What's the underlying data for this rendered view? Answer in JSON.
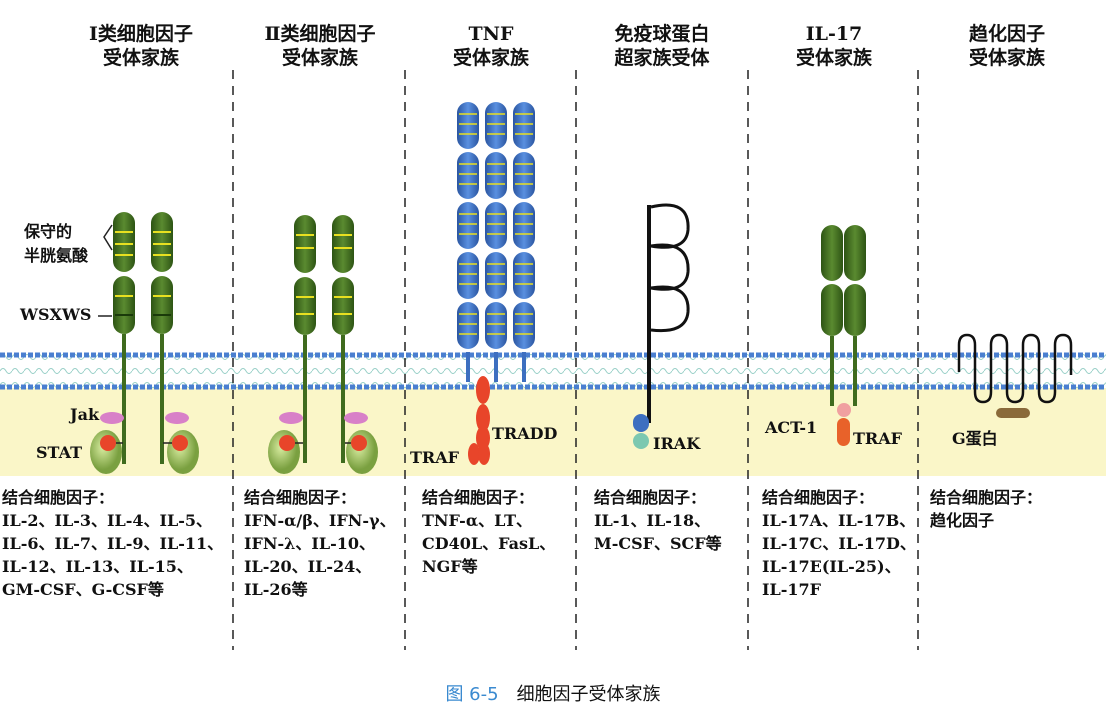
{
  "columns": [
    {
      "title": [
        "Ⅰ类细胞因子",
        "受体家族"
      ],
      "cytokines_heading": "结合细胞因子：",
      "cytokines": [
        "IL-2、IL-3、IL-4、IL-5、",
        "IL-6、IL-7、IL-9、IL-11、",
        "IL-12、IL-13、IL-15、",
        "GM-CSF、G-CSF等"
      ]
    },
    {
      "title": [
        "Ⅱ类细胞因子",
        "受体家族"
      ],
      "cytokines_heading": "结合细胞因子：",
      "cytokines": [
        "IFN-α/β、IFN-γ、",
        "IFN-λ、IL-10、",
        "IL-20、IL-24、",
        "IL-26等"
      ]
    },
    {
      "title": [
        "TNF",
        "受体家族"
      ],
      "cytokines_heading": "结合细胞因子：",
      "cytokines": [
        "TNF-α、LT、",
        "CD40L、FasL、",
        "NGF等"
      ]
    },
    {
      "title": [
        "免疫球蛋白",
        "超家族受体"
      ],
      "cytokines_heading": "结合细胞因子：",
      "cytokines": [
        "IL-1、IL-18、",
        "M-CSF、SCF等"
      ]
    },
    {
      "title": [
        "IL-17",
        "受体家族"
      ],
      "cytokines_heading": "结合细胞因子：",
      "cytokines": [
        "IL-17A、IL-17B、",
        "IL-17C、IL-17D、",
        "IL-17E(IL-25)、",
        "IL-17F"
      ]
    },
    {
      "title": [
        "趋化因子",
        "受体家族"
      ],
      "cytokines_heading": "结合细胞因子：",
      "cytokines": [
        "趋化因子"
      ]
    }
  ],
  "labels": {
    "conserved_cys": [
      "保守的",
      "半胱氨酸"
    ],
    "wsxws": "WSXWS",
    "jak": "Jak",
    "stat": "STAT",
    "traf_tnf": "TRAF",
    "tradd": "TRADD",
    "irak": "IRAK",
    "act1": "ACT-1",
    "traf_il17": "TRAF",
    "g_protein": "G蛋白"
  },
  "caption": {
    "figure_no": "图 6-5",
    "title": "细胞因子受体家族"
  },
  "colors": {
    "green_domain": "#3f6b1e",
    "blue_domain": "#3d6fc0",
    "stripe": "#e8e020",
    "membrane_dot": "#4a7fd0",
    "cytoplasm": "#faf6c8",
    "red_adaptor": "#e8452a"
  }
}
